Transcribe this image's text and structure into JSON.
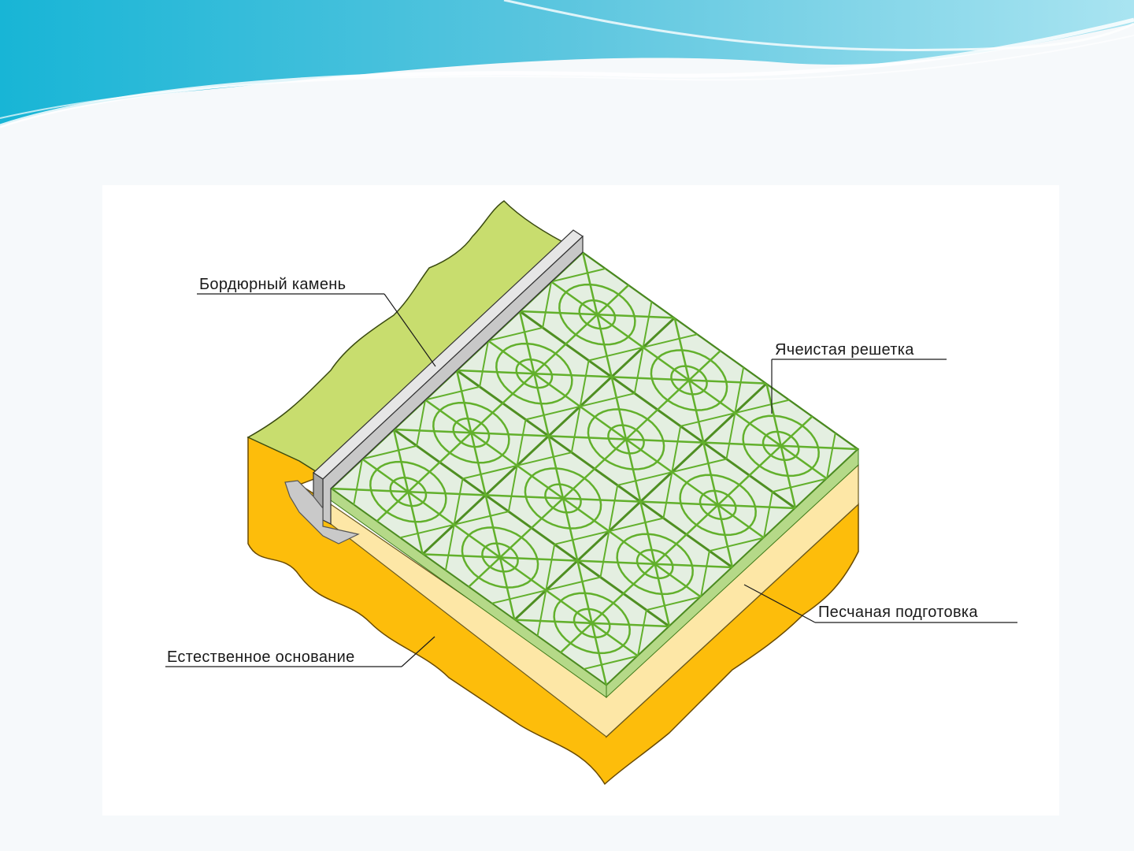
{
  "labels": {
    "curb": "Бордюрный камень",
    "grid": "Ячеистая решетка",
    "sand": "Песчаная подготовка",
    "base": "Естественное основание"
  },
  "colors": {
    "grass": "#c8dd6e",
    "grid_fill": "#e4efe1",
    "grid_line": "#62b02c",
    "grid_side": "#b5d988",
    "sand": "#fde7a6",
    "soil": "#fdbd0b",
    "curb": "#c8c8c8",
    "wave_dark": "#1bb9d8",
    "wave_light": "#9fe0ee"
  }
}
